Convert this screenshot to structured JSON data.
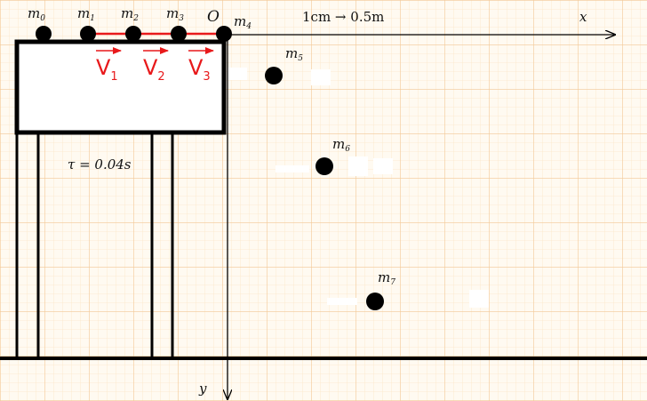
{
  "diagram": {
    "scale_text": "1cm → 0.5m",
    "axis_x_label": "x",
    "axis_y_label": "y",
    "origin_label": "O",
    "tau_text": "τ = 0.04s",
    "balls": [
      {
        "base": "m",
        "sub": "0"
      },
      {
        "base": "m",
        "sub": "1"
      },
      {
        "base": "m",
        "sub": "2"
      },
      {
        "base": "m",
        "sub": "3"
      },
      {
        "base": "m",
        "sub": "4"
      },
      {
        "base": "m",
        "sub": "5"
      },
      {
        "base": "m",
        "sub": "6"
      },
      {
        "base": "m",
        "sub": "7"
      }
    ],
    "velocities": [
      {
        "base": "V",
        "sub": "1"
      },
      {
        "base": "V",
        "sub": "2"
      },
      {
        "base": "V",
        "sub": "3"
      }
    ],
    "colors": {
      "grid_minor": "#fbe6c8",
      "grid_major": "#f2c896",
      "paper": "#fffaf1",
      "ink": "#000000",
      "arrow": "#e8191b"
    }
  }
}
